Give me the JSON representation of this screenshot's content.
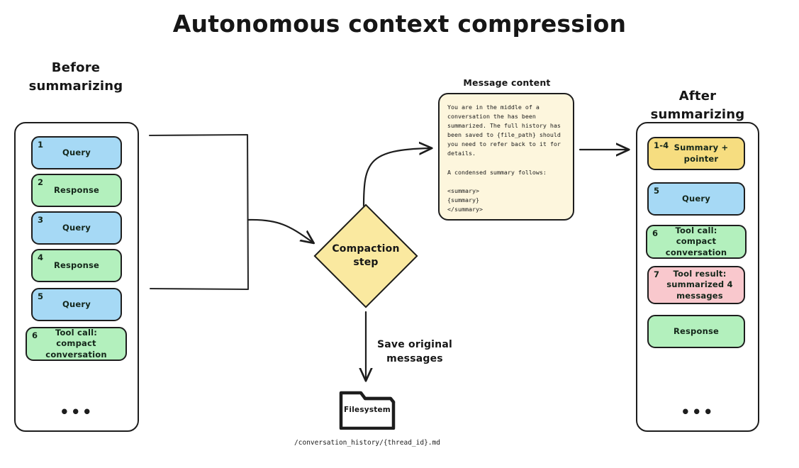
{
  "title": "Autonomous context compression",
  "colors": {
    "query": "#a6d9f5",
    "response": "#b3f0bd",
    "summary": "#f6dd80",
    "tool_result": "#f9c8cd",
    "diamond": "#fae9a0",
    "panel": "#fdf6dd",
    "stroke": "#1d1d1d"
  },
  "before": {
    "heading_line1": "Before",
    "heading_line2": "summarizing",
    "ellipsis": "•••",
    "items": [
      {
        "num": "1",
        "label": "Query",
        "color": "blue"
      },
      {
        "num": "2",
        "label": "Response",
        "color": "green"
      },
      {
        "num": "3",
        "label": "Query",
        "color": "blue"
      },
      {
        "num": "4",
        "label": "Response",
        "color": "green"
      },
      {
        "num": "5",
        "label": "Query",
        "color": "blue"
      },
      {
        "num": "6",
        "label": "Tool call:\ncompact conversation",
        "color": "green"
      }
    ]
  },
  "after": {
    "heading_line1": "After",
    "heading_line2": "summarizing",
    "ellipsis": "•••",
    "items": [
      {
        "num": "1-4",
        "label": "Summary +\npointer",
        "color": "yellow"
      },
      {
        "num": "5",
        "label": "Query",
        "color": "blue"
      },
      {
        "num": "6",
        "label": "Tool call:\ncompact conversation",
        "color": "green"
      },
      {
        "num": "7",
        "label": "Tool result:\nsummarized 4\nmessages",
        "color": "pink"
      },
      {
        "num": "",
        "label": "Response",
        "color": "green"
      }
    ]
  },
  "compaction": {
    "label": "Compaction\nstep"
  },
  "message_content": {
    "heading": "Message content",
    "body": "You are in the middle of a\nconversation the has been\nsummarized. The full history has\nbeen saved to {file_path} should\nyou need to refer back to it for\ndetails.\n\nA condensed summary follows:\n\n<summary>\n{summary}\n</summary>"
  },
  "filesystem": {
    "label": "Filesystem",
    "path": "/conversation_history/{thread_id}.md"
  },
  "edges": {
    "save_label": "Save original\nmessages"
  }
}
